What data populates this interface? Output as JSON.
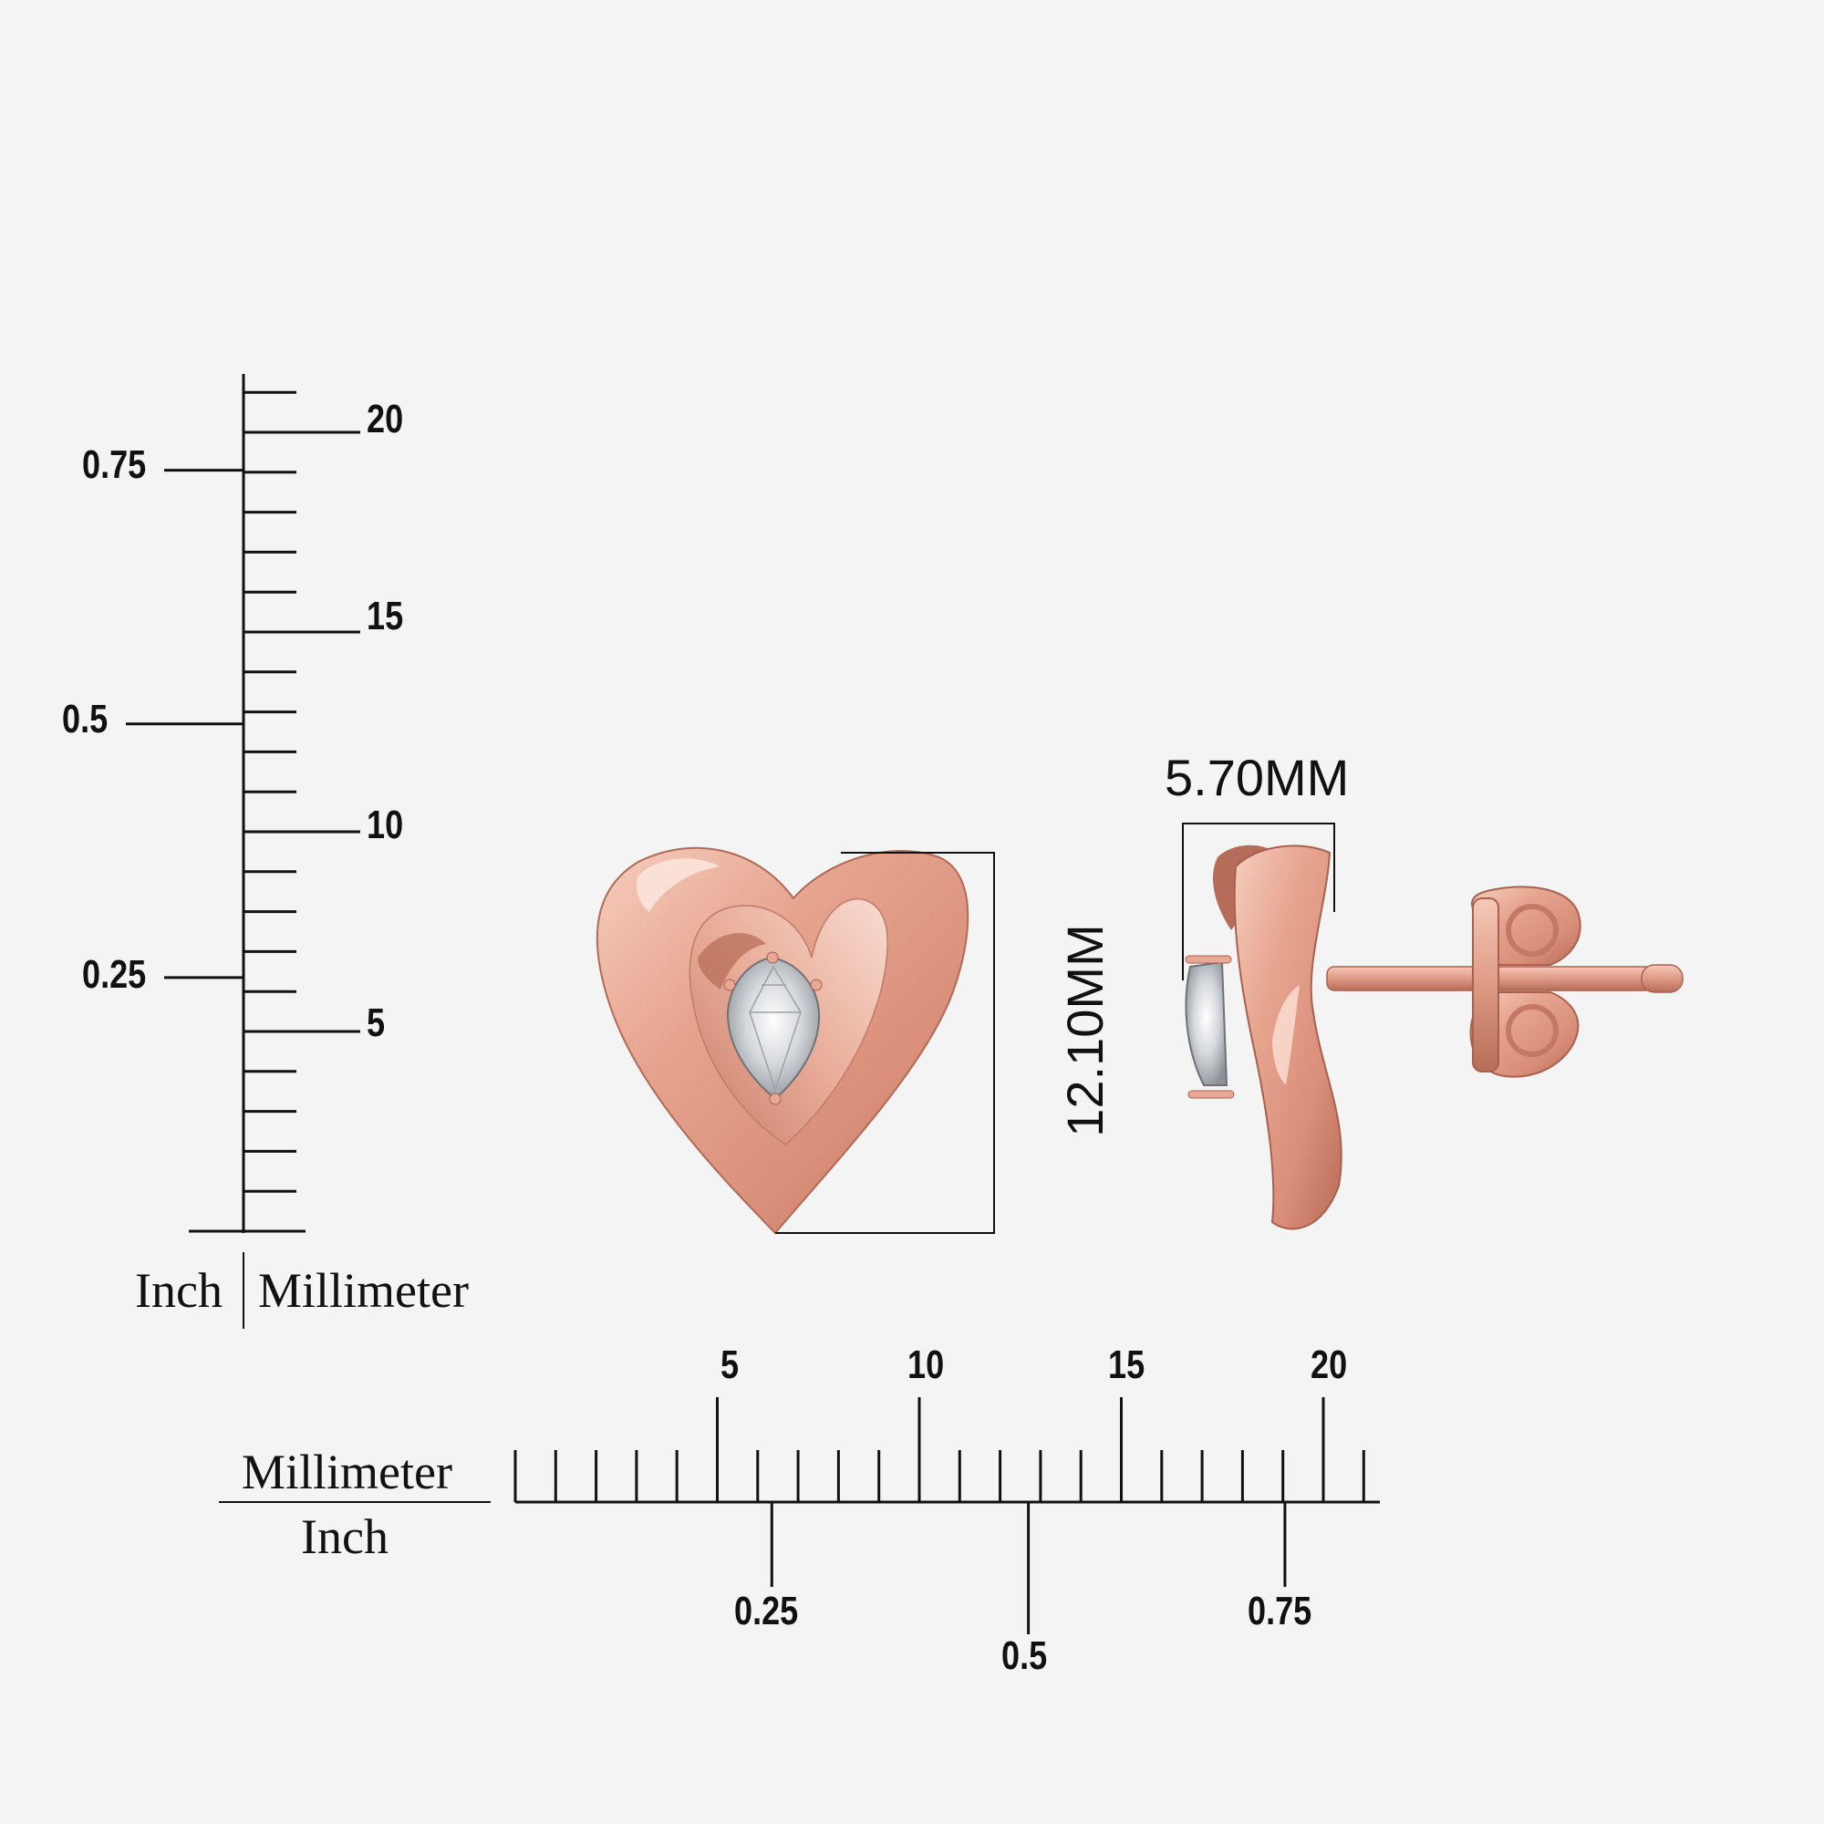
{
  "vertical_ruler": {
    "mm_labels": [
      "5",
      "10",
      "15",
      "20"
    ],
    "inch_labels": [
      "0.25",
      "0.5",
      "0.75"
    ],
    "inch_caption": "Inch",
    "mm_caption": "Millimeter"
  },
  "horizontal_ruler": {
    "mm_labels": [
      "5",
      "10",
      "15",
      "20"
    ],
    "inch_labels": [
      "0.25",
      "0.5",
      "0.75"
    ],
    "mm_caption": "Millimeter",
    "inch_caption": "Inch"
  },
  "dimensions": {
    "height": "12.10MM",
    "depth": "5.70MM"
  },
  "colors": {
    "background": "#f4f4f4",
    "rose_gold": "#e3a08b",
    "rose_gold_dark": "#b8705c",
    "rose_gold_light": "#f7d3c6",
    "line": "#111111",
    "diamond": "#d8dadd"
  }
}
